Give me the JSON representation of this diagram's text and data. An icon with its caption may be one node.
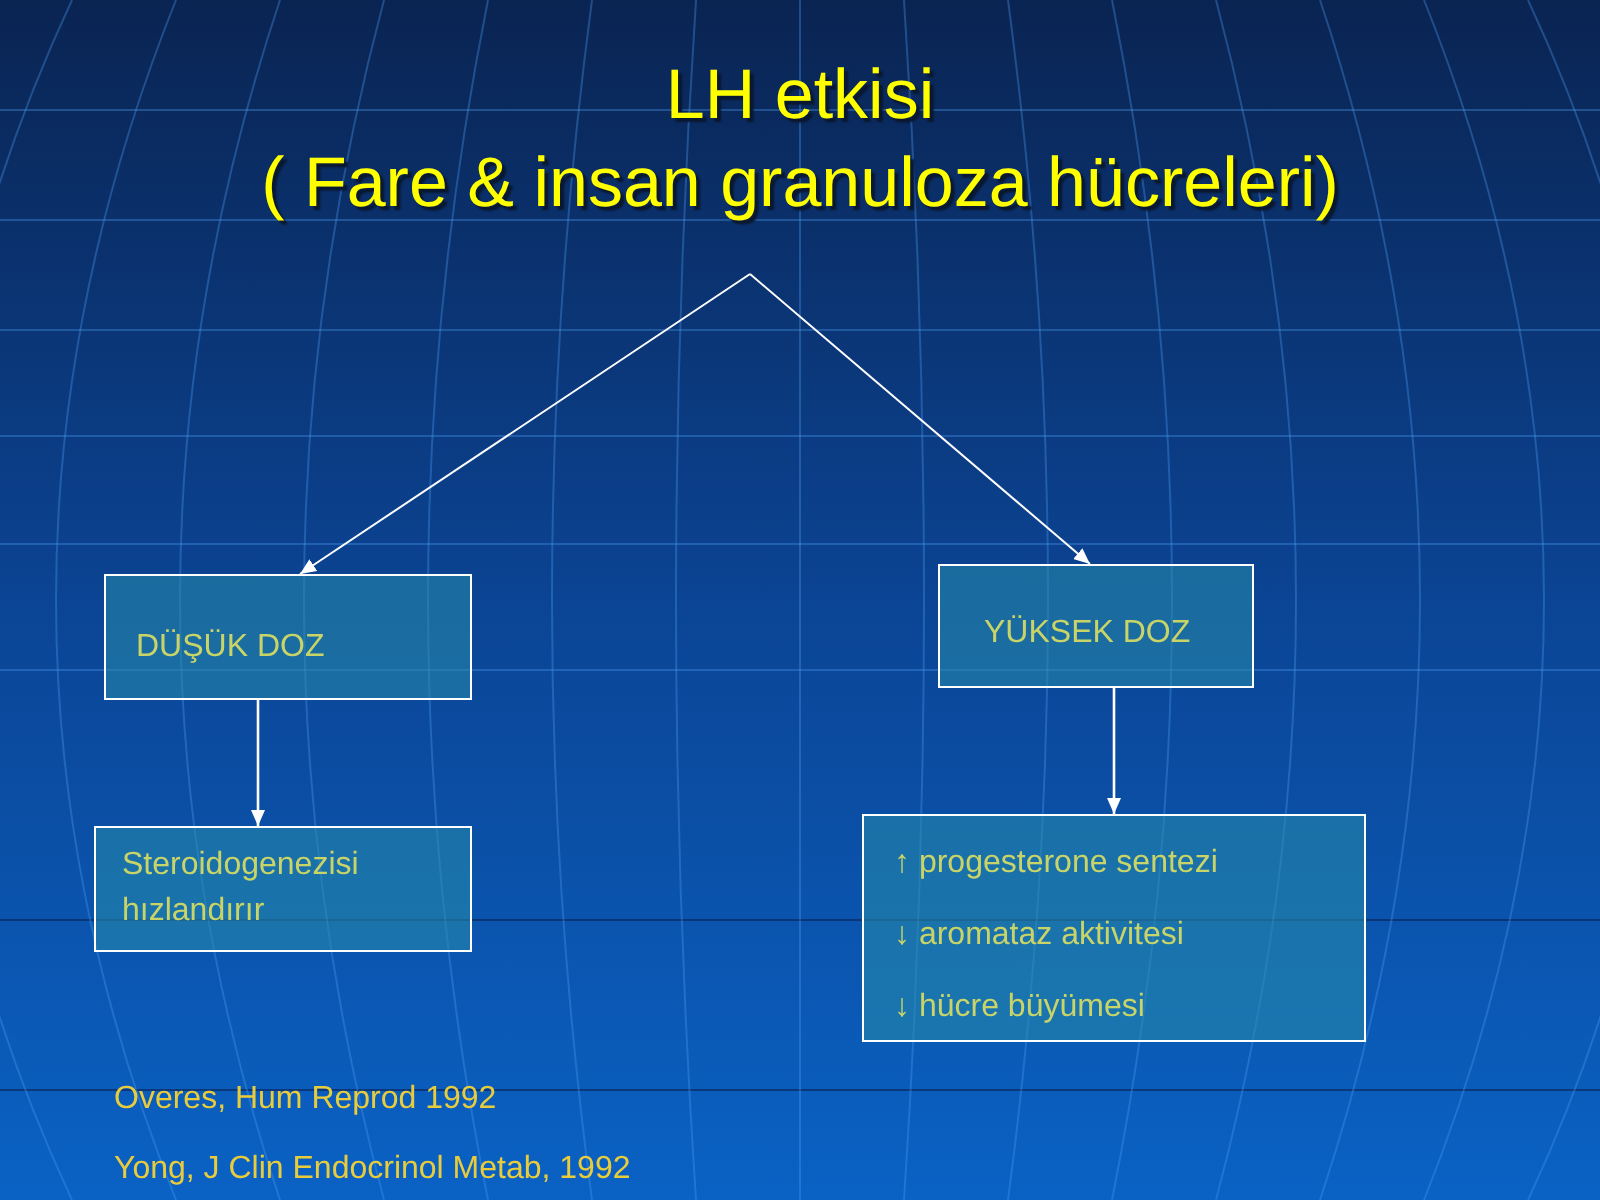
{
  "diagram": {
    "nodes": [
      {
        "text": [
          "LH etkisi",
          "( Fare & insan granuloza hücreleri)"
        ]
      },
      {
        "text": [
          "DÜŞÜK DOZ"
        ]
      },
      {
        "text": [
          "YÜKSEK DOZ"
        ]
      },
      {
        "text": [
          "Steroidogenezisi hızlandırır"
        ]
      },
      {
        "text": [
          "↑ progesterone sentezi",
          "↓ aromataz aktivitesi",
          "↓ hücre büyümesi"
        ]
      }
    ],
    "edges": [
      {
        "from": 0,
        "to": 1,
        "arrow": "to"
      },
      {
        "from": 0,
        "to": 2,
        "arrow": "to"
      },
      {
        "from": 1,
        "to": 3,
        "arrow": "to"
      },
      {
        "from": 2,
        "to": 4,
        "arrow": "to"
      }
    ],
    "labels": [
      "Overes, Hum Reprod 1992",
      "Yong, J Clin Endocrinol Metab, 1992"
    ]
  }
}
